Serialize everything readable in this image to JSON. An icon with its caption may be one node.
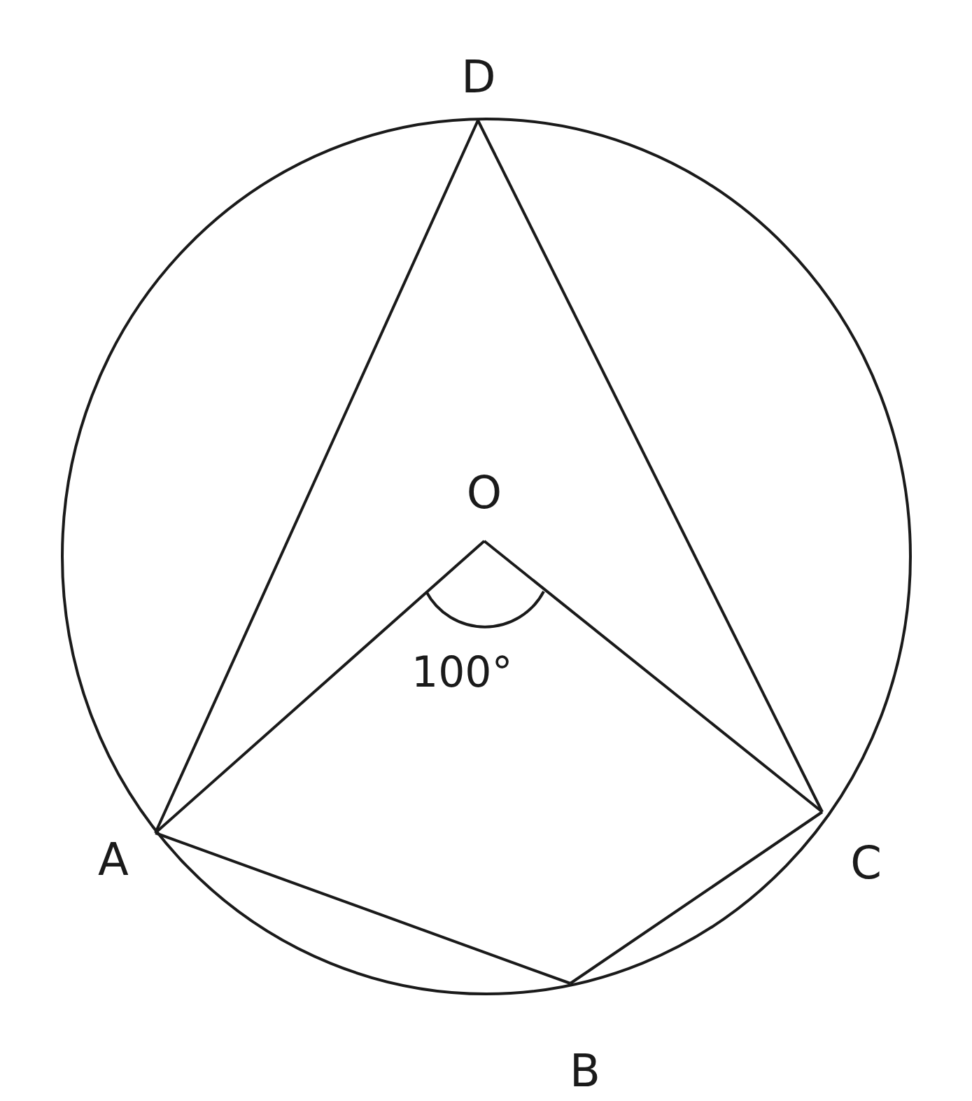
{
  "diagram": {
    "nodes": [
      {
        "text": [
          "D"
        ]
      },
      {
        "text": [
          "O"
        ]
      },
      {
        "text": [
          "A"
        ]
      },
      {
        "text": [
          "C"
        ]
      },
      {
        "text": [
          "B"
        ]
      }
    ],
    "edges": [
      {
        "from": 0,
        "to": 2,
        "arrow": "none"
      },
      {
        "from": 0,
        "to": 3,
        "arrow": "none"
      },
      {
        "from": 1,
        "to": 2,
        "arrow": "none"
      },
      {
        "from": 1,
        "to": 3,
        "arrow": "none"
      },
      {
        "from": 2,
        "to": 4,
        "arrow": "none"
      },
      {
        "from": 3,
        "to": 4,
        "arrow": "none"
      }
    ],
    "labels": [
      "100°"
    ]
  }
}
